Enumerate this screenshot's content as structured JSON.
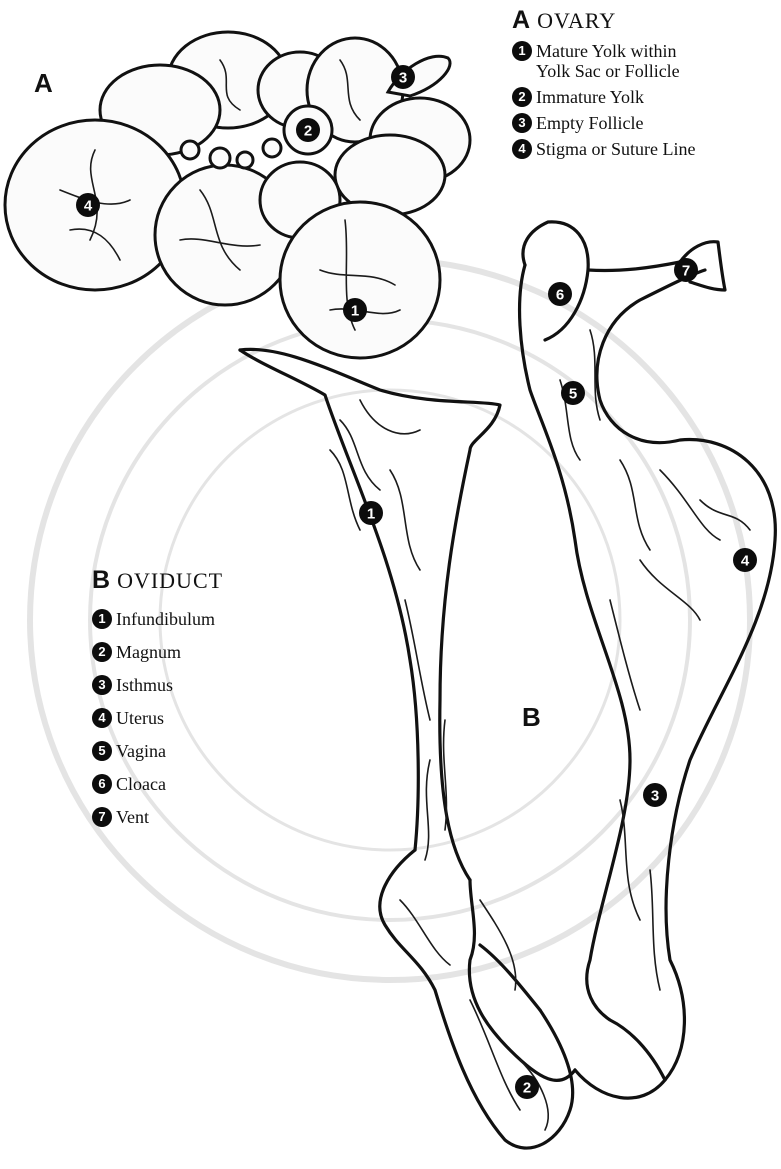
{
  "ovary": {
    "figure_letter": "A",
    "legend_letter": "A",
    "legend_title": "OVARY",
    "items": [
      {
        "num": "1",
        "lines": [
          "Mature Yolk within",
          "Yolk Sac or Follicle"
        ]
      },
      {
        "num": "2",
        "lines": [
          "Immature Yolk"
        ]
      },
      {
        "num": "3",
        "lines": [
          "Empty Follicle"
        ]
      },
      {
        "num": "4",
        "lines": [
          "Stigma or Suture Line"
        ]
      }
    ],
    "markers": [
      "1",
      "2",
      "3",
      "4"
    ]
  },
  "oviduct": {
    "figure_letter": "B",
    "legend_letter": "B",
    "legend_title": "OVIDUCT",
    "items": [
      {
        "num": "1",
        "lines": [
          "Infundibulum"
        ]
      },
      {
        "num": "2",
        "lines": [
          "Magnum"
        ]
      },
      {
        "num": "3",
        "lines": [
          "Isthmus"
        ]
      },
      {
        "num": "4",
        "lines": [
          "Uterus"
        ]
      },
      {
        "num": "5",
        "lines": [
          "Vagina"
        ]
      },
      {
        "num": "6",
        "lines": [
          "Cloaca"
        ]
      },
      {
        "num": "7",
        "lines": [
          "Vent"
        ]
      }
    ],
    "markers": [
      "1",
      "2",
      "3",
      "4",
      "5",
      "6",
      "7"
    ]
  },
  "colors": {
    "ink": "#111111",
    "paper": "#ffffff",
    "watermark": "#000000"
  }
}
